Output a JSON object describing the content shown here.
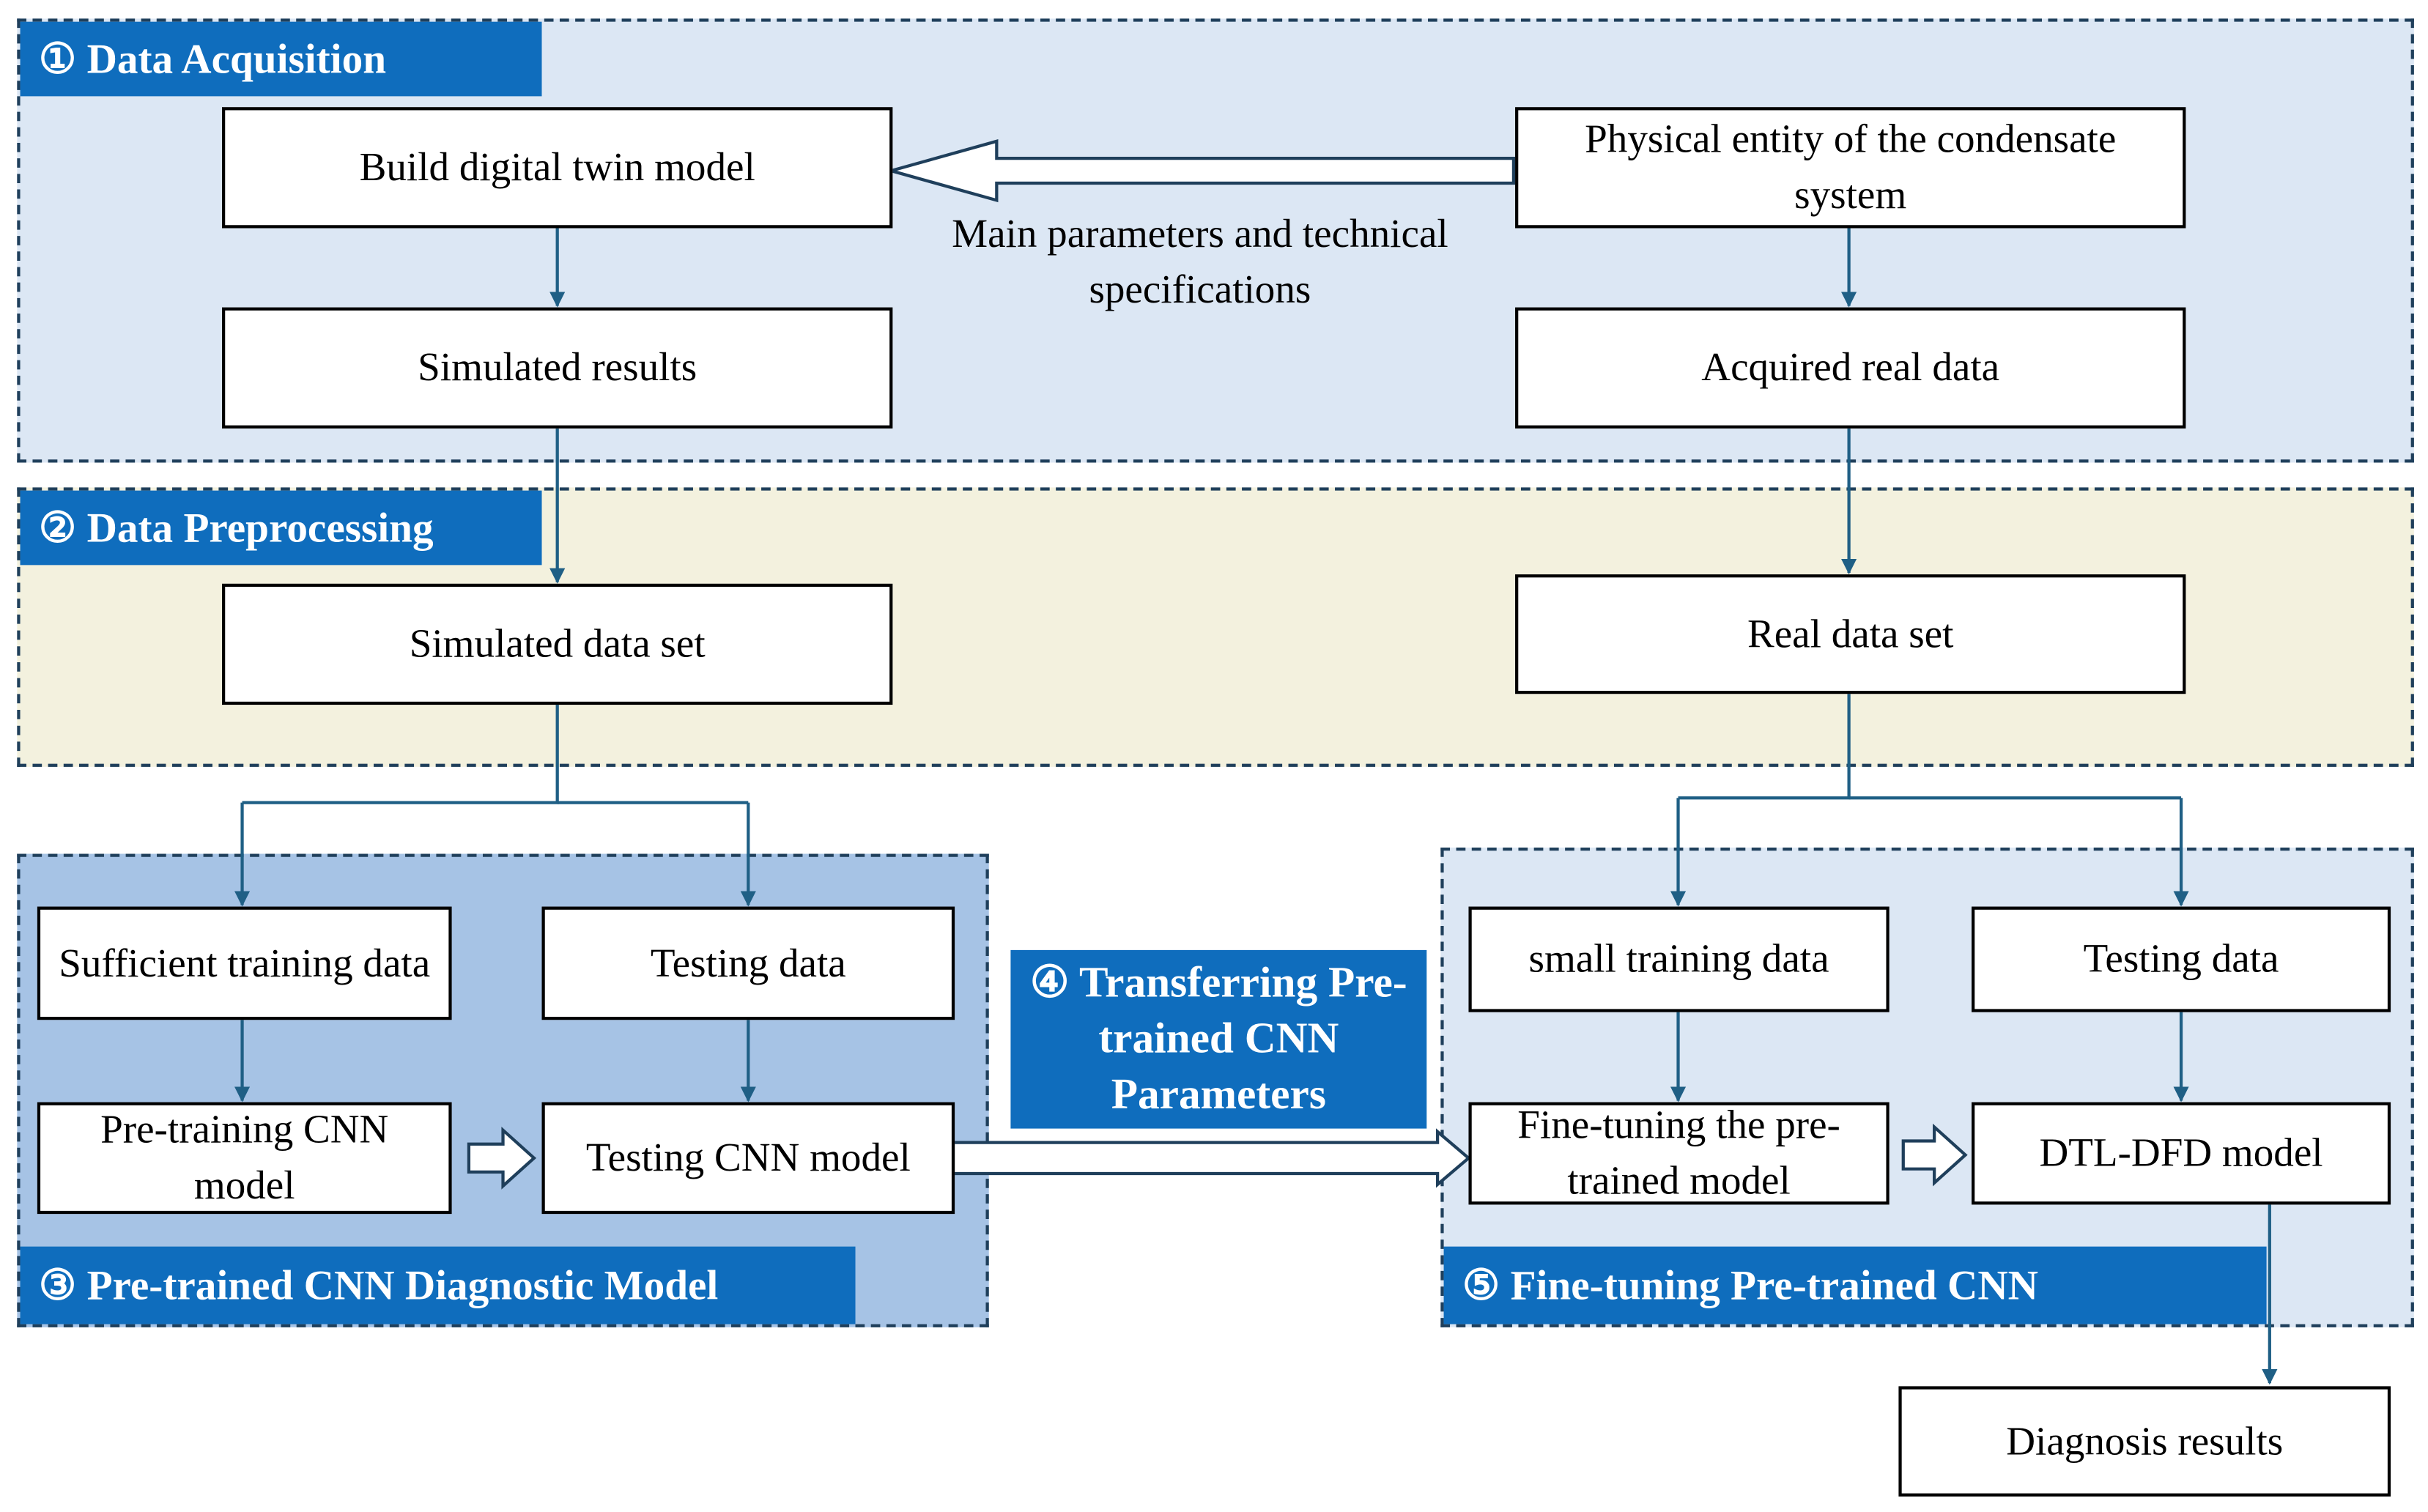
{
  "colors": {
    "tag_blue": "#0f6dbd",
    "acquisition_bg": "#dce7f4",
    "preprocessing_bg": "#f3f1de",
    "pretrained_bg": "#a6c3e5",
    "finetune_bg": "#dce7f4",
    "arrow": "#1f5f85",
    "border_dashed": "#1f3f5b"
  },
  "sections": {
    "acquisition": {
      "label": "① Data Acquisition"
    },
    "preprocessing": {
      "label": "② Data Preprocessing"
    },
    "pretrained": {
      "label": "③  Pre-trained CNN Diagnostic Model"
    },
    "transfer": {
      "label": "④ Transferring Pre-trained CNN Parameters"
    },
    "finetune": {
      "label": "⑤  Fine-tuning Pre-trained CNN"
    }
  },
  "nodes": {
    "build_digital_twin": "Build digital twin model",
    "physical_entity": "Physical entity of the condensate system",
    "main_parameters": "Main parameters and technical specifications",
    "simulated_results": "Simulated results",
    "acquired_real_data": "Acquired real data",
    "simulated_data_set": "Simulated data set",
    "real_data_set": "Real data set",
    "sufficient_training_data": "Sufficient training data",
    "testing_data_left": "Testing data",
    "pretraining_cnn_model": "Pre-training CNN model",
    "testing_cnn_model": "Testing CNN model",
    "small_training_data": "small training data",
    "testing_data_right": "Testing data",
    "finetuning_model": "Fine-tuning the pre-trained model",
    "dtl_dfd_model": "DTL-DFD model",
    "diagnosis_results": "Diagnosis results"
  }
}
